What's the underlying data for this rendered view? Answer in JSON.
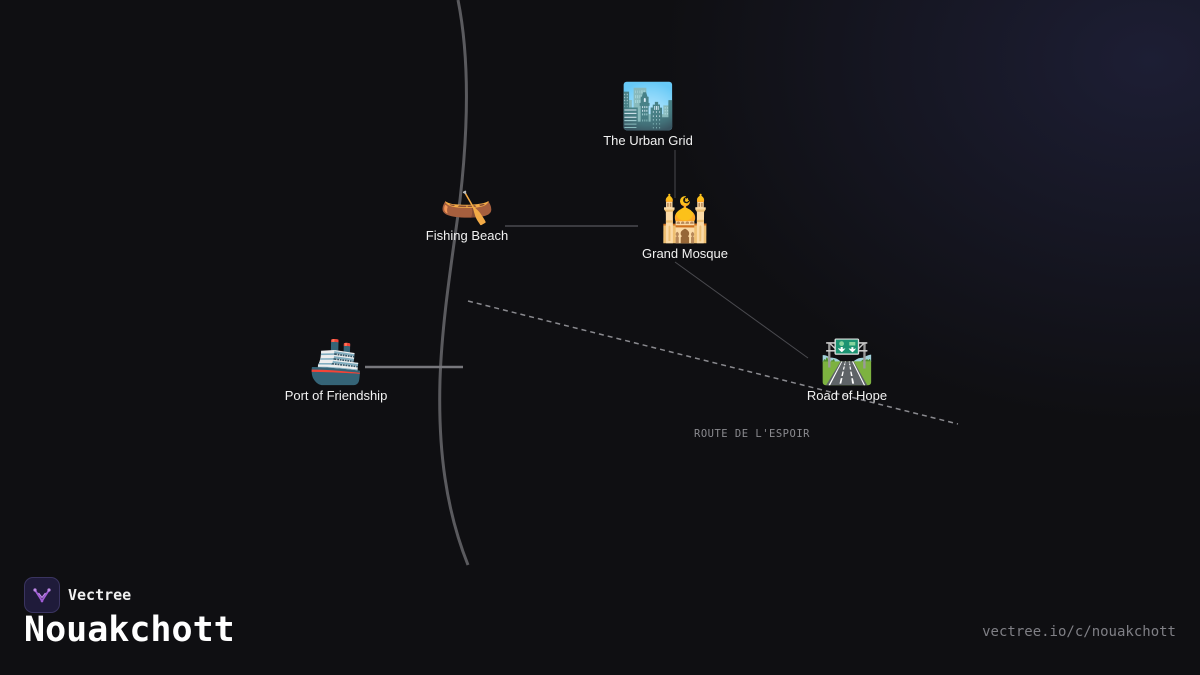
{
  "map": {
    "colors": {
      "background": "#0f0f12",
      "river": "#5a5a5e",
      "connector": "#4a4a4f",
      "road": "#8a8a8f",
      "label": "#f2f2f2"
    },
    "route_label": "ROUTE DE L'ESPOIR",
    "pois": [
      {
        "id": "urban-grid",
        "icon_name": "cityscape-icon",
        "icon": "🏙️",
        "label": "The Urban Grid"
      },
      {
        "id": "fishing-beach",
        "icon_name": "canoe-icon",
        "icon": "🛶",
        "label": "Fishing Beach"
      },
      {
        "id": "grand-mosque",
        "icon_name": "mosque-icon",
        "icon": "🕌",
        "label": "Grand Mosque"
      },
      {
        "id": "port-of-friendship",
        "icon_name": "ship-icon",
        "icon": "🚢",
        "label": "Port of Friendship"
      },
      {
        "id": "road-of-hope",
        "icon_name": "highway-icon",
        "icon": "🛣️",
        "label": "Road of Hope"
      }
    ]
  },
  "brand": {
    "name": "Vectree",
    "logo_icon": "vectree-logo-icon",
    "accent": "#a05cd6"
  },
  "city": {
    "title": "Nouakchott"
  },
  "footer": {
    "url": "vectree.io/c/nouakchott"
  }
}
